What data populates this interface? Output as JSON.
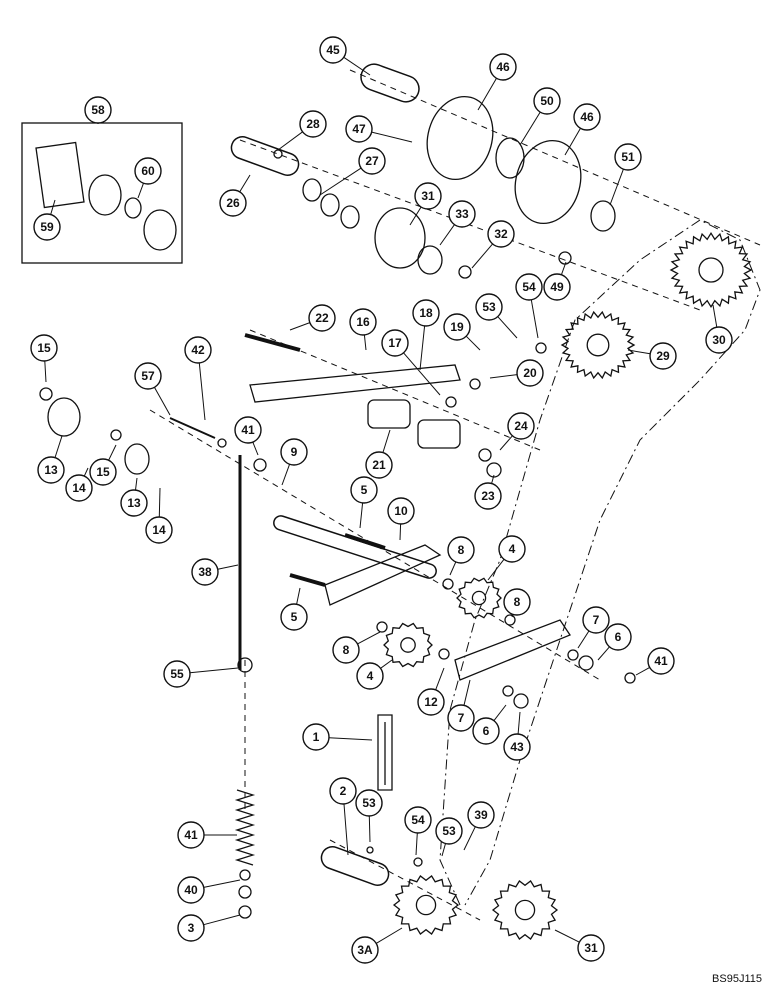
{
  "diagram": {
    "document_code": "BS95J115",
    "callouts": [
      "45",
      "46",
      "47",
      "50",
      "46",
      "51",
      "28",
      "27",
      "26",
      "31",
      "33",
      "32",
      "49",
      "54",
      "30",
      "53",
      "29",
      "22",
      "16",
      "18",
      "19",
      "17",
      "20",
      "15",
      "42",
      "57",
      "41",
      "13",
      "14",
      "15",
      "13",
      "14",
      "9",
      "21",
      "24",
      "23",
      "5",
      "10",
      "38",
      "8",
      "4",
      "5",
      "8",
      "7",
      "6",
      "41",
      "4",
      "55",
      "8",
      "12",
      "7",
      "6",
      "43",
      "1",
      "2",
      "53",
      "54",
      "53",
      "39",
      "41",
      "40",
      "3",
      "3A",
      "31",
      "58",
      "60",
      "59"
    ],
    "colors": {
      "ink": "#111111",
      "paper": "#ffffff"
    }
  }
}
